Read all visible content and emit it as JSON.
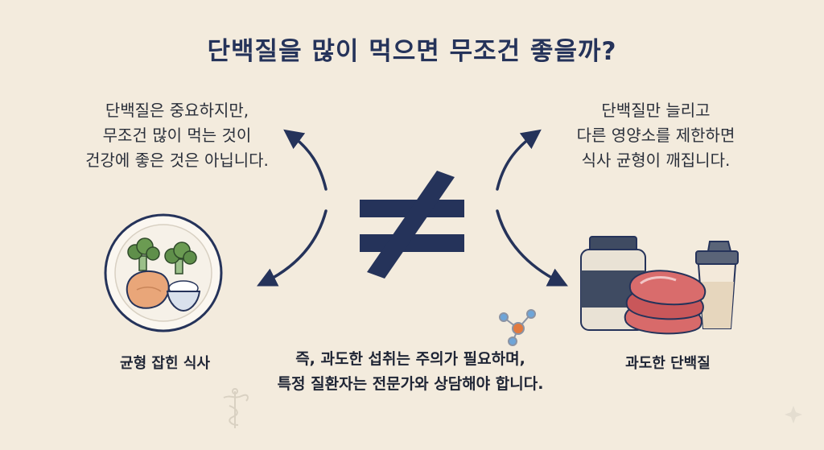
{
  "title": "단백질을 많이 먹으면 무조건 좋을까?",
  "left_text": {
    "lines": [
      "단백질은 중요하지만,",
      "무조건 많이 먹는 것이",
      "건강에 좋은 것은 아닙니다."
    ]
  },
  "right_text": {
    "lines": [
      "단백질만 늘리고",
      "다른 영양소를 제한하면",
      "식사 균형이 깨집니다."
    ]
  },
  "left_caption": "균형 잡힌 식사",
  "right_caption": "과도한 단백질",
  "bottom_text": {
    "lines": [
      "즉, 과도한 섭취는 주의가 필요하며,",
      "특정 질환자는 전문가와 상담해야 합니다."
    ]
  },
  "colors": {
    "background": "#f3ebdd",
    "navy": "#25335a",
    "meat": "#c9575a"
  },
  "icons": [
    "arrow-icon",
    "not-equal-icon",
    "plate-icon",
    "broccoli-icon",
    "chicken-icon",
    "rice-bowl-icon",
    "protein-jar-icon",
    "steak-icon",
    "shaker-icon",
    "molecule-icon",
    "caduceus-icon",
    "sparkle-icon"
  ]
}
